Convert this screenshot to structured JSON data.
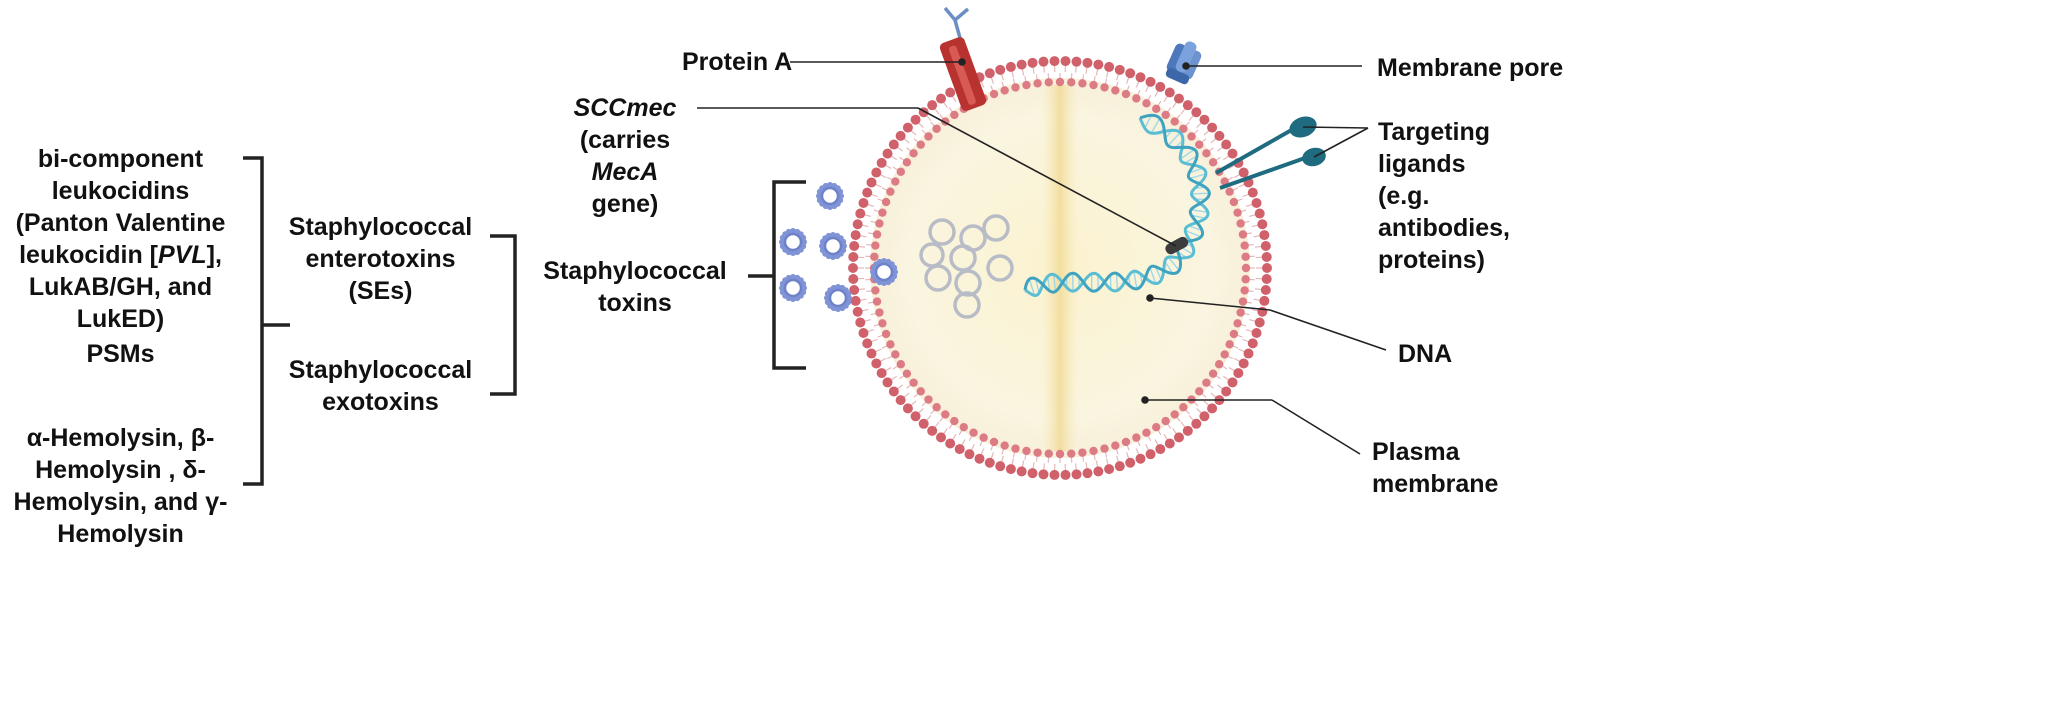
{
  "toxins": {
    "leukocidins": [
      "bi-component",
      "leukocidins",
      "(Panton Valentine",
      "leukocidin [",
      "PVL",
      "],",
      "LukAB/GH, and",
      "LukED)"
    ],
    "psms": "PSMs",
    "hemolysins": [
      "α-Hemolysin, β-",
      "Hemolysin , δ-",
      "Hemolysin, and γ-",
      "Hemolysin"
    ],
    "enterotoxins": [
      "Staphylococcal",
      "enterotoxins",
      "(SEs)"
    ],
    "exotoxins": [
      "Staphylococcal",
      "exotoxins"
    ],
    "toxins": [
      "Staphylococcal",
      "toxins"
    ]
  },
  "cell_labels": {
    "protein_a": "Protein A",
    "sccmec": [
      "SCCmec",
      "(carries",
      "MecA",
      "gene)"
    ],
    "membrane_pore": "Membrane pore",
    "targeting": [
      "Targeting",
      "ligands",
      "(e.g.",
      "antibodies,",
      "proteins)"
    ],
    "dna": "DNA",
    "plasma_membrane": [
      "Plasma",
      "membrane"
    ]
  },
  "colors": {
    "membrane_bead": "#d0616b",
    "cell_fill": "#faf3d6",
    "dna": "#5bbdd4",
    "protein_a": "#b8322f",
    "pore": "#5b84c4",
    "ligand": "#1f6b80",
    "toxin_ring": "#7f93d6",
    "vesicle": "#b8bcc6"
  }
}
